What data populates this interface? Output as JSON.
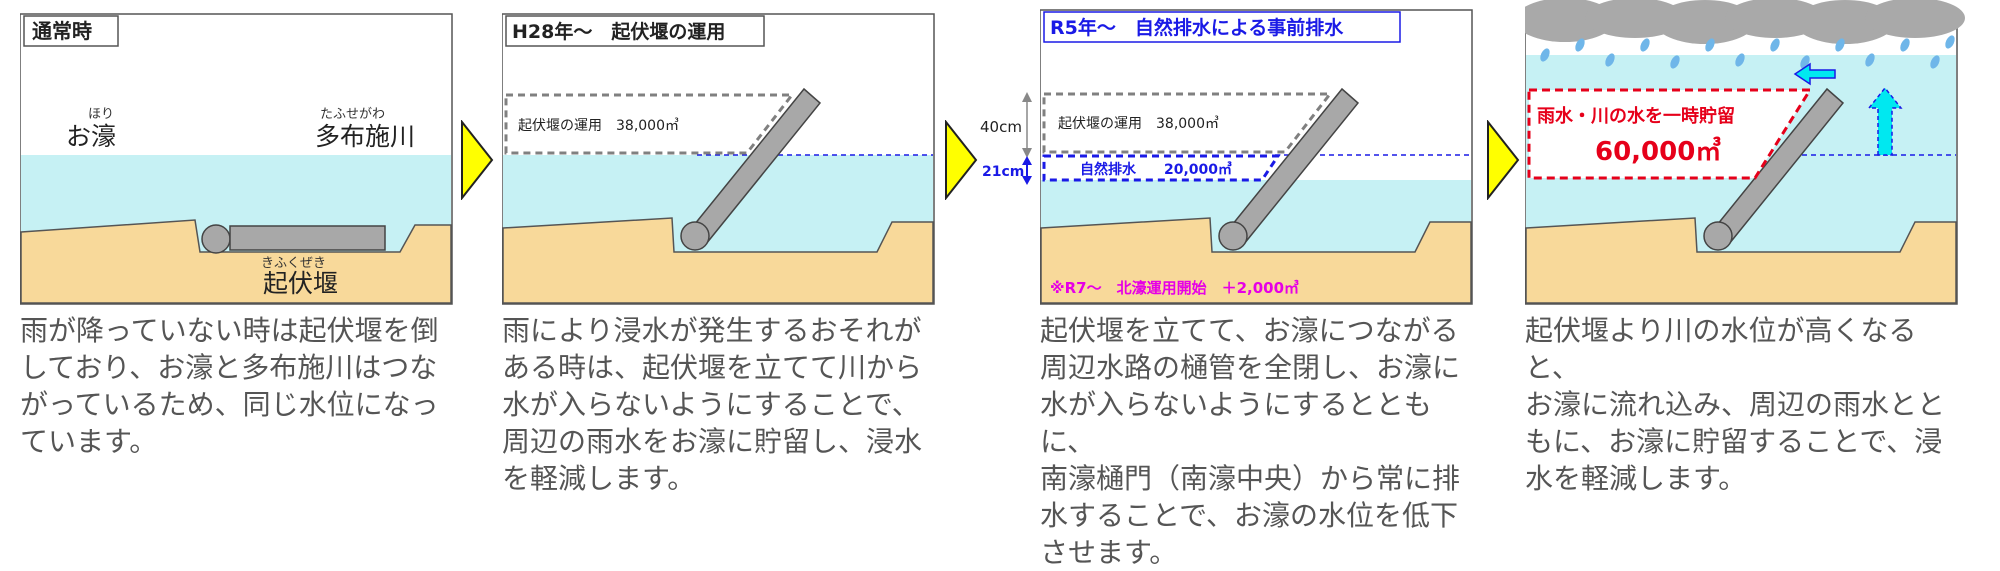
{
  "colors": {
    "water": "#c6f1f4",
    "ground": "#f8d99a",
    "gate": "#a8a8a8",
    "rain": "#6fb6e9",
    "cloud": "#a9a9a9",
    "arrow_fill": "#ffff00",
    "blue": "#1a1ae6",
    "red": "#e6001a",
    "magenta": "#e600e6",
    "gray_dash": "#808080",
    "cyan_arrow": "#00e8f0",
    "caption": "#555555"
  },
  "panels": [
    {
      "title": "通常時",
      "label_moat": "お濠",
      "label_moat_ruby": "ほり",
      "label_river": "多布施川",
      "label_river_ruby": "たふせがわ",
      "label_weir": "起伏堰",
      "label_weir_ruby": "きふくぜき",
      "caption": [
        "雨が降っていない時は起伏堰を倒",
        "しており、お濠と多布施川はつな",
        "がっているため、同じ水位になっ",
        "ています。"
      ]
    },
    {
      "title": "H28年～　起伏堰の運用",
      "box_label": "起伏堰の運用　38,000㎥",
      "caption": [
        "雨により浸水が発生するおそれが",
        "ある時は、起伏堰を立てて川から",
        "水が入らないようにすることで、",
        "周辺の雨水をお濠に貯留し、浸水",
        "を軽減します。"
      ]
    },
    {
      "title": "R5年～　自然排水による事前排水",
      "dim_top": "40cm",
      "dim_bottom": "21cm",
      "box_upper": "起伏堰の運用　38,000㎥",
      "box_lower": "自然排水　　20,000㎥",
      "note": "※R7～　北濠運用開始　＋2,000㎥",
      "caption": [
        "起伏堰を立てて、お濠につながる",
        "周辺水路の樋管を全閉し、お濠に",
        "水が入らないようにするとともに、",
        "南濠樋門（南濠中央）から常に排",
        "水することで、お濠の水位を低下",
        "させます。"
      ]
    },
    {
      "box_line1": "雨水・川の水を一時貯留",
      "box_line2": "60,000㎥",
      "caption": [
        "起伏堰より川の水位が高くなると、",
        "お濠に流れ込み、周辺の雨水とと",
        "もに、お濠に貯留することで、浸",
        "水を軽減します。"
      ]
    }
  ]
}
